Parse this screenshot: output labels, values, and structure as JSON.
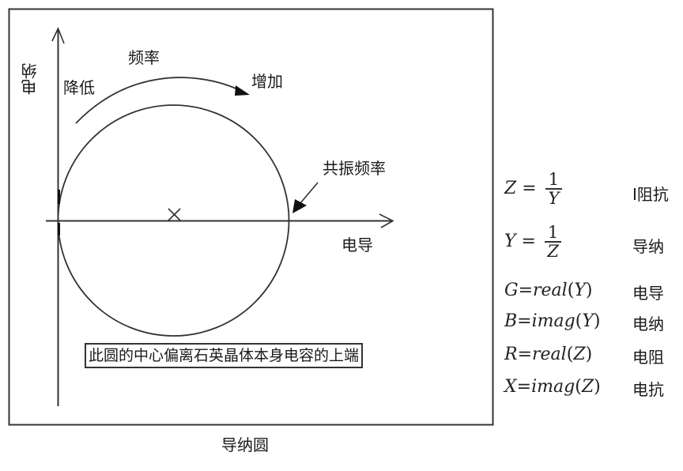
{
  "diagram": {
    "caption": "导纳圆",
    "axes": {
      "y_label": "电纳",
      "x_label": "电导"
    },
    "frequency_arrow": {
      "title": "频率",
      "start_label": "降低",
      "end_label": "增加"
    },
    "resonance_label": "共振频率",
    "center_marker": "×",
    "note": "此圆的中心偏离石英晶体本身电容的上端"
  },
  "legend": {
    "rows": [
      {
        "lhs": "Z",
        "op": "=",
        "num": "1",
        "den": "Y",
        "meaning": "I阻抗"
      },
      {
        "lhs": "Y",
        "op": "=",
        "num": "1",
        "den": "Z",
        "meaning": "导纳"
      },
      {
        "lhs": "G",
        "op": "=",
        "fn": "real",
        "arg": "Y",
        "meaning": "电导"
      },
      {
        "lhs": "B",
        "op": "=",
        "fn": "imag",
        "arg": "Y",
        "meaning": "电纳"
      },
      {
        "lhs": "R",
        "op": "=",
        "fn": "real",
        "arg": "Z",
        "meaning": "电阻"
      },
      {
        "lhs": "X",
        "op": "=",
        "fn": "imag",
        "arg": "Z",
        "meaning": "电抗"
      }
    ]
  },
  "colors": {
    "stroke": "#333333",
    "text": "#1a1a1a",
    "background": "#ffffff"
  }
}
